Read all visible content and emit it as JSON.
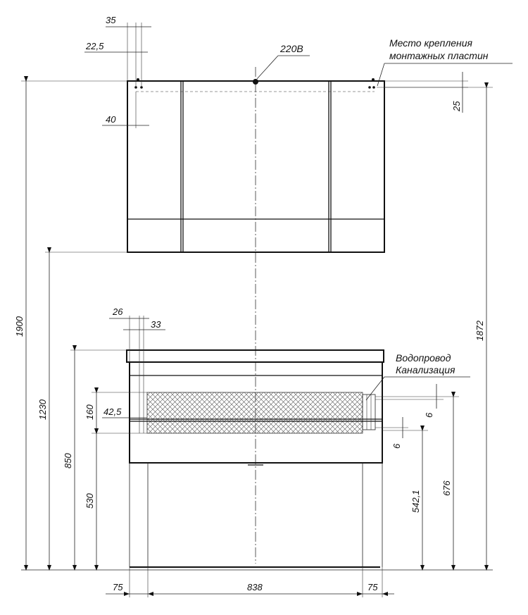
{
  "labels": {
    "power": "220В",
    "mounting_line1": "Место крепления",
    "mounting_line2": "монтажных пластин",
    "water_line1": "Водопровод",
    "water_line2": "Канализация"
  },
  "dimensions": {
    "d35": "35",
    "d22_5": "22,5",
    "d40": "40",
    "d25": "25",
    "d1900": "1900",
    "d1230": "1230",
    "d1872": "1872",
    "d26": "26",
    "d33": "33",
    "d160": "160",
    "d42_5": "42,5",
    "d850": "850",
    "d530": "530",
    "d6_top": "6",
    "d6_bottom": "6",
    "d676": "676",
    "d542_1": "542,1",
    "d75_left": "75",
    "d838": "838",
    "d75_right": "75"
  },
  "colors": {
    "line": "#111111",
    "hatch": "#555555"
  }
}
